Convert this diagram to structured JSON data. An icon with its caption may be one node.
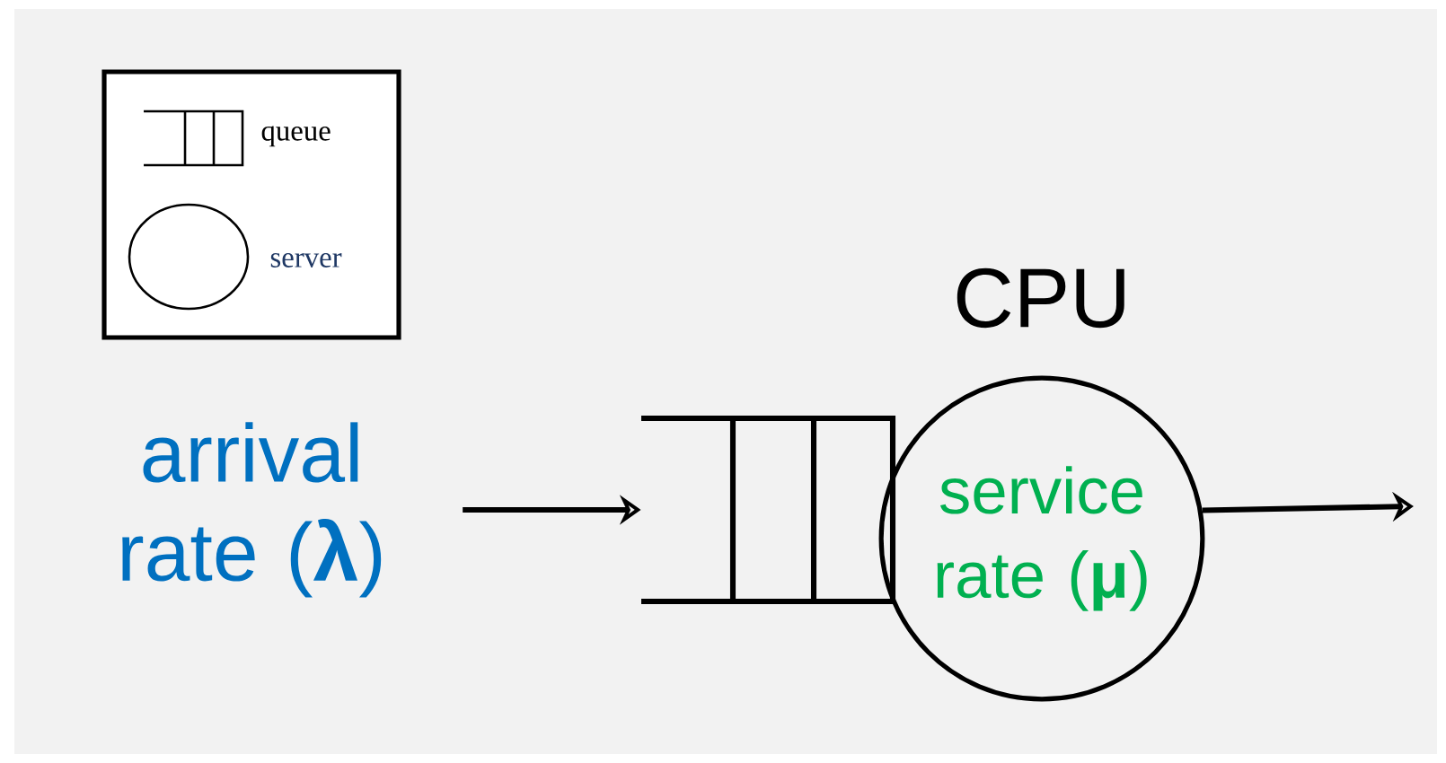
{
  "diagram": {
    "nodes": [
      {
        "text": [
          "arrival rate (**λ**)"
        ]
      },
      {
        "text": [],
        "shape": "box"
      },
      {
        "text": [
          "CPU",
          "service rate (**μ**)"
        ]
      }
    ],
    "edges": [
      {
        "from": 0,
        "to": 1,
        "arrow": "to"
      },
      {
        "from": 2,
        "to": null,
        "arrow": "to"
      }
    ],
    "legend": [
      {
        "text": "queue"
      },
      {
        "text": "server"
      }
    ]
  }
}
